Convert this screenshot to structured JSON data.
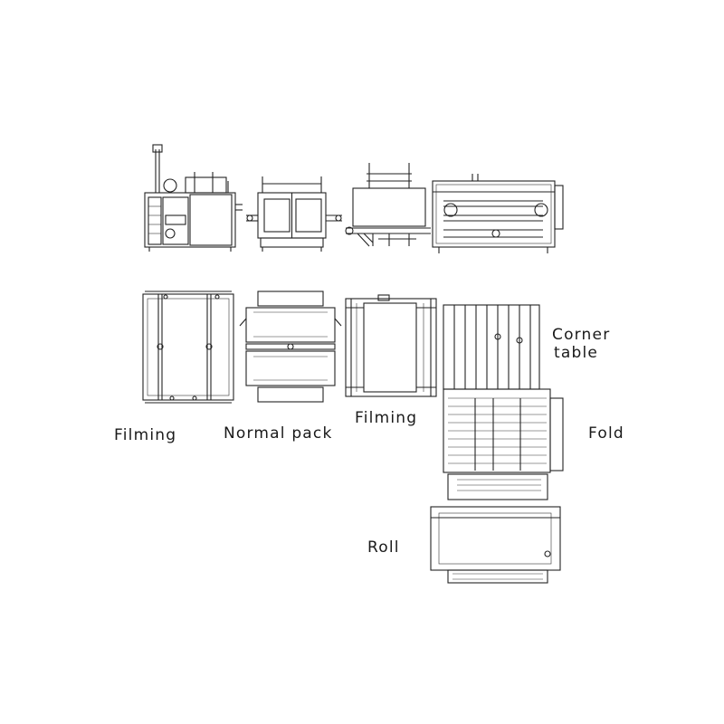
{
  "labels": {
    "filming_left": "Filming",
    "normal_pack": "Normal pack",
    "filming_mid": "Filming",
    "corner_table_line1": "Corner",
    "corner_table_line2": "table",
    "fold": "Fold",
    "roll": "Roll"
  },
  "colors": {
    "line": "#222222",
    "background": "#ffffff"
  }
}
